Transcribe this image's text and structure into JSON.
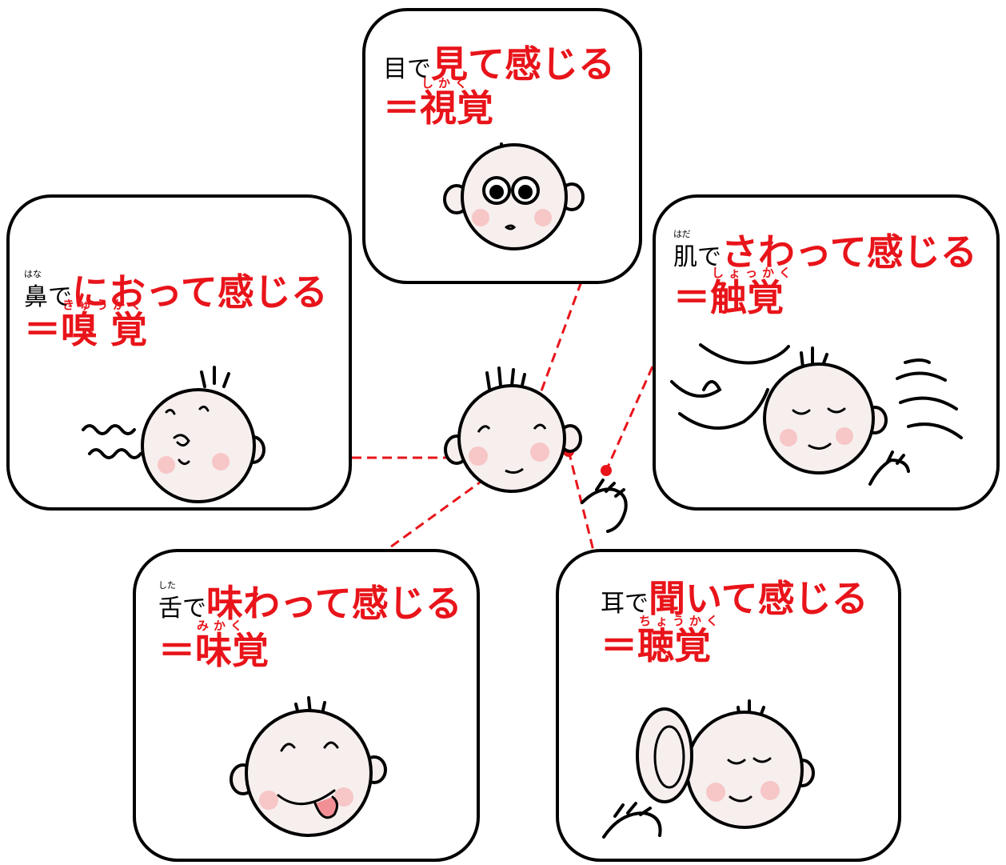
{
  "senses": {
    "sight": {
      "noun": "目",
      "particle": "で",
      "action": "見て感じる",
      "equals": "＝",
      "sense": "視覚",
      "sense_reading": "しかく"
    },
    "smell": {
      "noun": "鼻",
      "noun_reading": "はな",
      "particle": "で",
      "action": "におって感じる",
      "equals": "＝",
      "sense": "嗅 覚",
      "sense_reading": "きゅうかく"
    },
    "touch": {
      "noun": "肌",
      "noun_reading": "はだ",
      "particle": "で",
      "action": "さわって感じる",
      "equals": "＝",
      "sense": "触覚",
      "sense_reading": "しょっかく"
    },
    "taste": {
      "noun": "舌",
      "noun_reading": "した",
      "particle": "で",
      "action": "味わって感じる",
      "equals": "＝",
      "sense": "味覚",
      "sense_reading": "みかく"
    },
    "hearing": {
      "noun": "耳",
      "particle": "で",
      "action": "聞いて感じる",
      "equals": "＝",
      "sense": "聴覚",
      "sense_reading": "ちょうかく"
    }
  },
  "colors": {
    "accent": "#e8141a",
    "outline": "#000000",
    "cheek": "#f7c6c6",
    "face": "#f6efee"
  }
}
